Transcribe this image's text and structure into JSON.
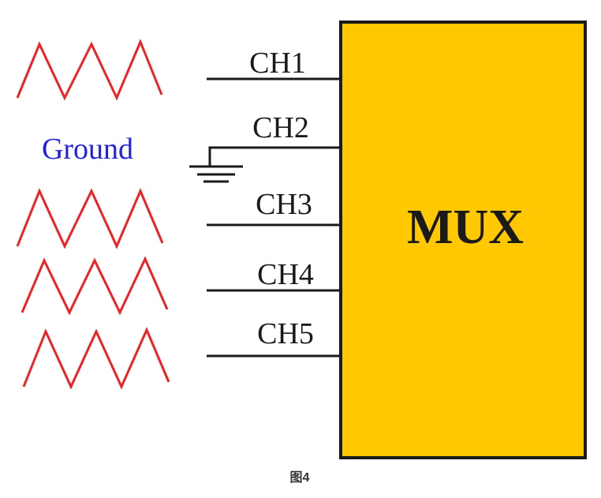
{
  "diagram": {
    "mux_label": "MUX",
    "ground_label": "Ground",
    "caption": "图4",
    "colors": {
      "mux_fill": "#FFC800",
      "mux_stroke": "#1a1a1a",
      "wave": "#EE2222",
      "ground_text": "#2222DD",
      "wire": "#1a1a1a"
    },
    "channels": [
      {
        "label": "CH1",
        "signal": "triangle-wave"
      },
      {
        "label": "CH2",
        "signal": "ground"
      },
      {
        "label": "CH3",
        "signal": "triangle-wave"
      },
      {
        "label": "CH4",
        "signal": "triangle-wave"
      },
      {
        "label": "CH5",
        "signal": "triangle-wave"
      }
    ]
  }
}
